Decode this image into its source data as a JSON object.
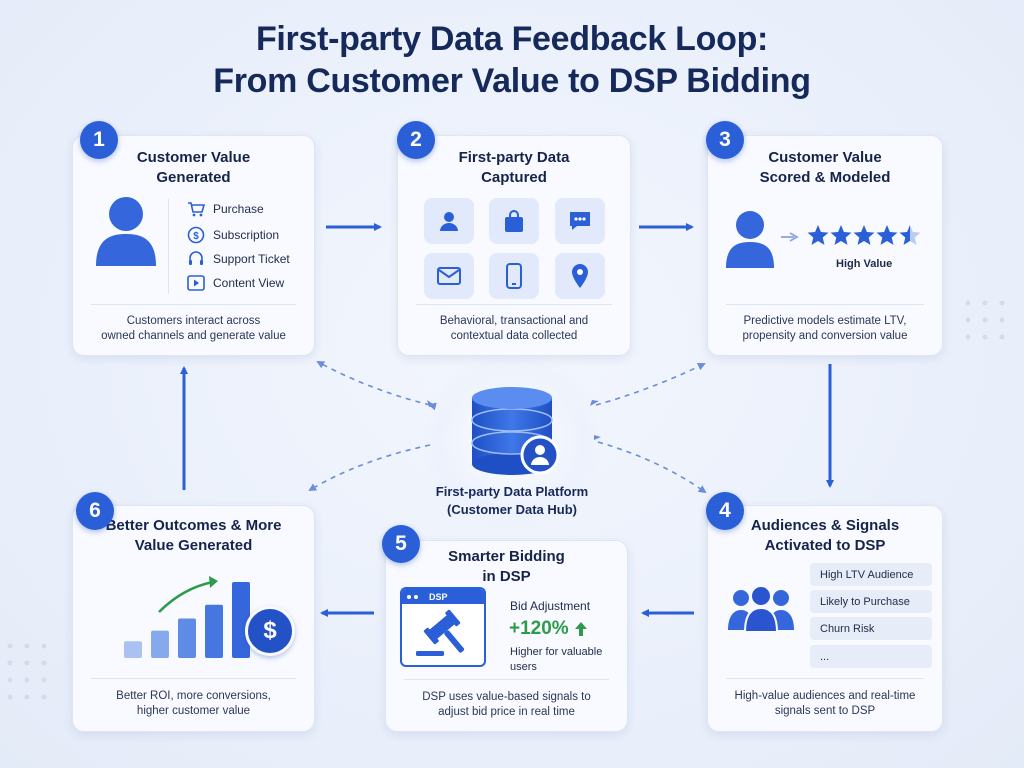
{
  "title": {
    "line1": "First-party Data Feedback Loop:",
    "line2": "From Customer Value to DSP Bidding"
  },
  "colors": {
    "primary": "#2a5fd8",
    "title": "#15295a",
    "card_bg": "#f8faff",
    "positive": "#2e9b4a"
  },
  "steps": [
    {
      "number": "1",
      "title_lines": [
        "Customer Value",
        "Generated"
      ],
      "channels": [
        {
          "icon": "cart-icon",
          "label": "Purchase"
        },
        {
          "icon": "dollar-circle-icon",
          "label": "Subscription"
        },
        {
          "icon": "headset-icon",
          "label": "Support Ticket"
        },
        {
          "icon": "play-icon",
          "label": "Content View"
        }
      ],
      "desc_lines": [
        "Customers interact across",
        "owned channels and generate value"
      ]
    },
    {
      "number": "2",
      "title_lines": [
        "First-party Data",
        "Captured"
      ],
      "tiles": [
        "user-icon",
        "shopping-bag-icon",
        "chat-icon",
        "mail-icon",
        "mobile-icon",
        "location-pin-icon"
      ],
      "desc_lines": [
        "Behavioral, transactional and",
        "contextual data collected"
      ]
    },
    {
      "number": "3",
      "title_lines": [
        "Customer Value",
        "Scored & Modeled"
      ],
      "rating": 4.5,
      "rating_label": "High Value",
      "desc_lines": [
        "Predictive models estimate LTV,",
        "propensity and conversion value"
      ]
    },
    {
      "number": "4",
      "title_lines": [
        "Audiences & Signals",
        "Activated to DSP"
      ],
      "audiences": [
        "High LTV Audience",
        "Likely to Purchase",
        "Churn Risk",
        "..."
      ],
      "desc_lines": [
        "High-value audiences and real-time",
        "signals sent to DSP"
      ]
    },
    {
      "number": "5",
      "title_lines": [
        "Smarter Bidding",
        "in DSP"
      ],
      "window_label": "DSP",
      "bid_label": "Bid Adjustment",
      "bid_value": "+120%",
      "bid_note_lines": [
        "Higher for valuable",
        "users"
      ],
      "desc_lines": [
        "DSP uses value-based signals to",
        "adjust bid price in real time"
      ]
    },
    {
      "number": "6",
      "title_lines": [
        "Better Outcomes & More",
        "Value Generated"
      ],
      "bar_levels": [
        0.22,
        0.36,
        0.52,
        0.7,
        1.0
      ],
      "coin_symbol": "$",
      "desc_lines": [
        "Better ROI, more conversions,",
        "higher customer value"
      ]
    }
  ],
  "hub": {
    "icon": "database-user-icon",
    "label_lines": [
      "First-party Data Platform",
      "(Customer Data Hub)"
    ]
  }
}
